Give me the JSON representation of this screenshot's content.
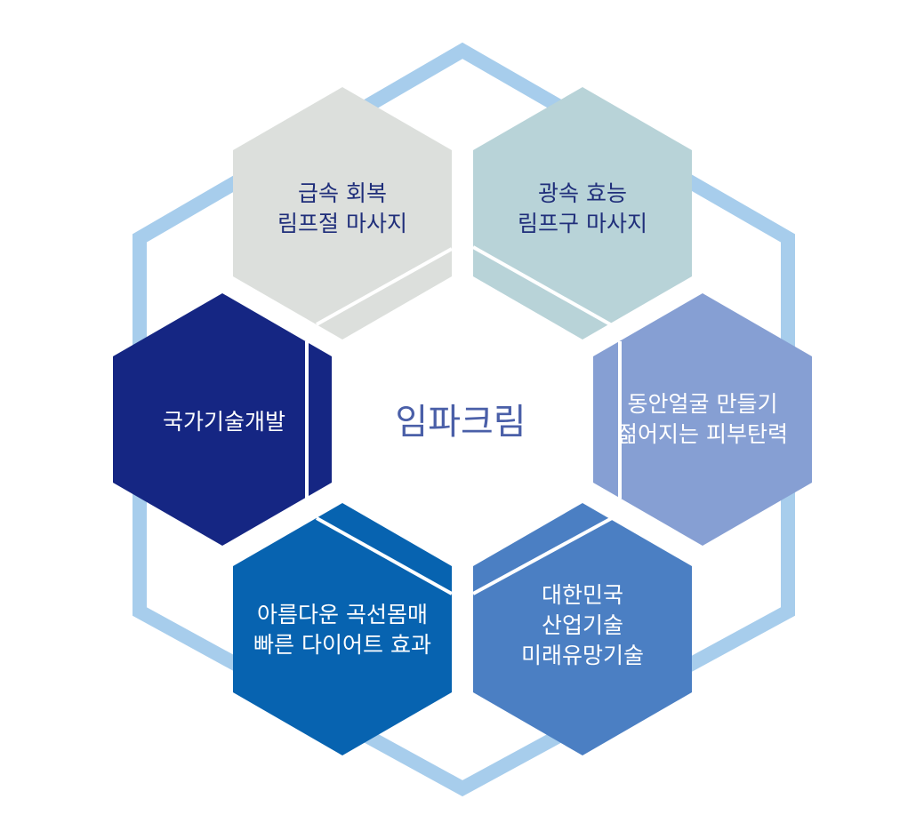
{
  "center": {
    "label": "임파크림",
    "color": "#4a5fa8"
  },
  "ring_color": "#a7cdec",
  "hexagons": [
    {
      "key": "top_left",
      "lines": [
        "급속 회복",
        "림프절 마사지"
      ],
      "fill": "#dcdfdc",
      "text_color": "#1f2e7a"
    },
    {
      "key": "top_right",
      "lines": [
        "광속 효능",
        "림프구 마사지"
      ],
      "fill": "#b8d3d8",
      "text_color": "#1f2e7a"
    },
    {
      "key": "right",
      "lines": [
        "동안얼굴 만들기",
        "젊어지는 피부탄력"
      ],
      "fill": "#869fd3",
      "text_color": "#ffffff"
    },
    {
      "key": "bottom_right",
      "lines": [
        "대한민국",
        "산업기술",
        "미래유망기술"
      ],
      "fill": "#4b7fc3",
      "text_color": "#ffffff"
    },
    {
      "key": "bottom_left",
      "lines": [
        "아름다운 곡선몸매",
        "빠른 다이어트 효과"
      ],
      "fill": "#0763b0",
      "text_color": "#ffffff"
    },
    {
      "key": "left",
      "lines": [
        "국가기술개발"
      ],
      "fill": "#152683",
      "text_color": "#ffffff"
    }
  ]
}
